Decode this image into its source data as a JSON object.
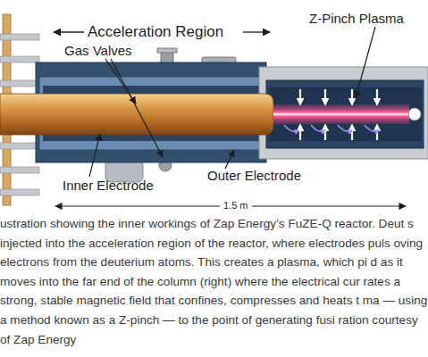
{
  "diagram": {
    "caption": "ustration showing the inner workings of Zap Energy’s FuZE-Q reactor. Deut s injected into the acceleration region of the reactor, where electrodes puls oving electrons from the deuterium atoms. This creates a plasma, which pi d as it moves into the far end of the column (right) where the electrical cur rates a strong, stable magnetic field that confines, compresses and heats t ma — using a method known as a Z-pinch — to the point of generating fusi ration courtesy of Zap Energy",
    "labels": [
      "Acceleration Region",
      "Gas Valves",
      "Z-Pinch Plasma",
      "Inner Electrode",
      "Outer Electrode",
      "1.5 m"
    ]
  }
}
